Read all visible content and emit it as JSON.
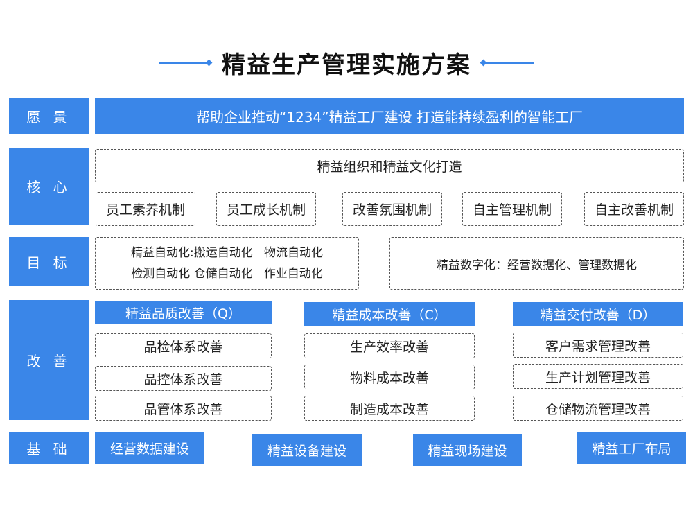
{
  "title": "精益生产管理实施方案",
  "colors": {
    "accent": "#3a86e8",
    "text": "#222222"
  },
  "rows": {
    "vision": {
      "label": "愿 景",
      "content": "帮助企业推动“1234”精益工厂建设 打造能持续盈利的智能工厂"
    },
    "core": {
      "label": "核 心",
      "top": "精益组织和精益文化打造",
      "items": [
        "员工素养机制",
        "员工成长机制",
        "改善氛围机制",
        "自主管理机制",
        "自主改善机制"
      ]
    },
    "goal": {
      "label": "目 标",
      "left_line1": "精益自动化:搬运自动化   物流自动化",
      "left_line2": "检测自动化 仓储自动化   作业自动化",
      "right": "精益数字化：经营数据化、管理数据化"
    },
    "improve": {
      "label": "改 善",
      "columns": [
        {
          "header": "精益品质改善（Q）",
          "items": [
            "品检体系改善",
            "品控体系改善",
            "品管体系改善"
          ]
        },
        {
          "header": "精益成本改善（C）",
          "items": [
            "生产效率改善",
            "物料成本改善",
            "制造成本改善"
          ]
        },
        {
          "header": "精益交付改善（D）",
          "items": [
            "客户需求管理改善",
            "生产计划管理改善",
            "仓储物流管理改善"
          ]
        }
      ]
    },
    "foundation": {
      "label": "基 础",
      "items": [
        "经营数据建设",
        "精益设备建设",
        "精益现场建设",
        "精益工厂布局"
      ]
    }
  }
}
